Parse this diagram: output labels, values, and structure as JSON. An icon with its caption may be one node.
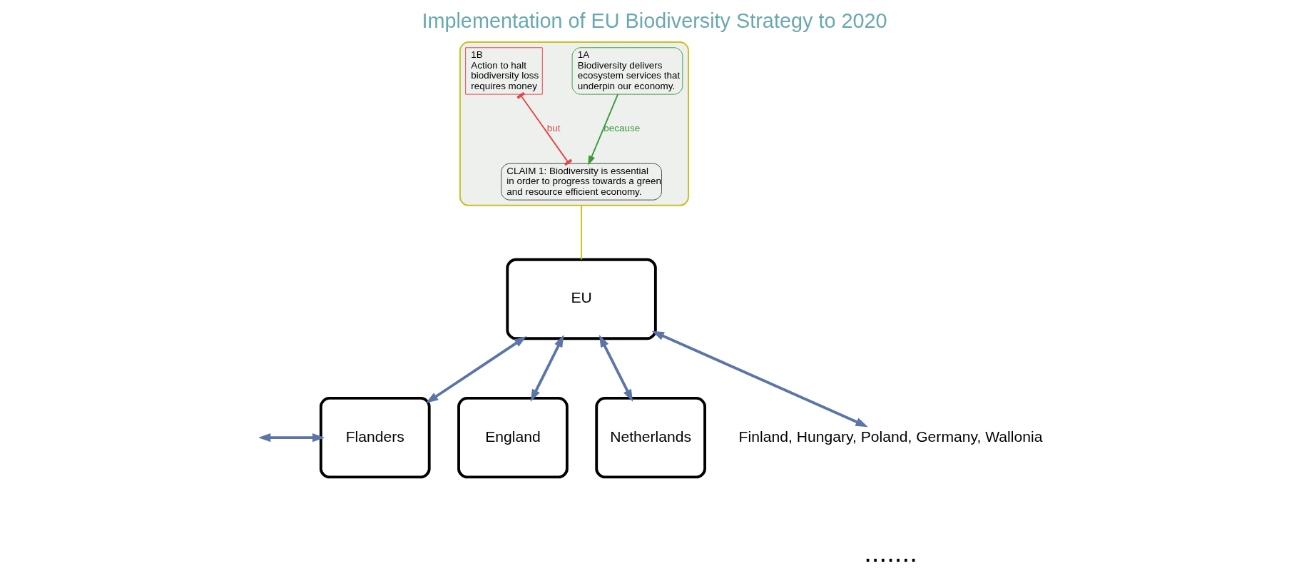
{
  "diagram": {
    "title": "Implementation of EU Biodiversity Strategy to 2020",
    "nodes": [
      {
        "text": [
          "EU"
        ]
      },
      {
        "text": [
          "Flanders"
        ]
      },
      {
        "text": [
          "England"
        ]
      },
      {
        "text": [
          "Netherlands"
        ]
      },
      {
        "text": [
          "Finland, Hungary, Poland, Germany, Wallonia"
        ]
      },
      {
        "text": [],
        "shape": "ellipse"
      },
      {
        "text": [
          "CLAIM 1: Biodiversity is essential in order to progress towards a green and resource efficient economy."
        ],
        "in": 5
      },
      {
        "text": [
          "1A",
          "Biodiversity delivers ecosystem services that underpin our economy."
        ],
        "in": 5
      },
      {
        "text": [
          "1B",
          "Action to halt biodiversity loss requires money"
        ],
        "in": 5
      }
    ],
    "edges": [
      {
        "from": 0,
        "to": 1,
        "arrow": "both"
      },
      {
        "from": 0,
        "to": 2,
        "arrow": "both"
      },
      {
        "from": 0,
        "to": 3,
        "arrow": "both"
      },
      {
        "from": 0,
        "to": 4,
        "arrow": "both"
      },
      {
        "from": 1,
        "to": null,
        "arrow": "both"
      },
      {
        "from": 5,
        "to": 0,
        "arrow": "none",
        "color": "#c8c020"
      },
      {
        "from": 7,
        "to": 6,
        "arrow": "to",
        "label": "because",
        "color": "#3a9a3a"
      },
      {
        "from": 8,
        "to": 6,
        "arrow": "other",
        "label": "but",
        "color": "#e04848"
      }
    ],
    "labels": [
      "......."
    ]
  }
}
